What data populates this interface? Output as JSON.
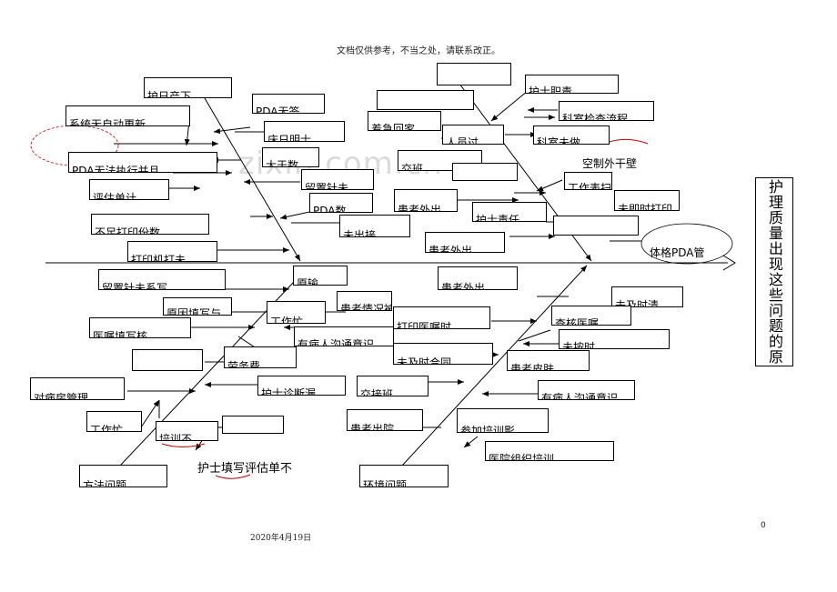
{
  "header_note": "文档仅供参考，不当之处，请联系改正。",
  "footer_date": "2020年4月19日",
  "page_number": "0",
  "watermark": "zixin.com.cn",
  "head_problem": "护理质量出现这些问题的原",
  "labels": {
    "b01": "护日产下",
    "b02": "系统无自动更新",
    "b03": "PDA无签",
    "b04": "床日明士",
    "b05": "PDA无法执行并且",
    "b06": "大于数",
    "b07": "评估单计",
    "b08": "留置针未",
    "b09": "PDA数",
    "b10": "不足打印份数",
    "b11": "未出接",
    "b12": "打印机打未",
    "b13": "",
    "b14": "护士职责",
    "b15": "科室检查流程",
    "b16": "着急回家",
    "b17": "人员过",
    "b18": "科室未做",
    "b19": "",
    "b20": "交班",
    "b21": "",
    "b22": "工作表扫",
    "b23": "患者外出",
    "b24": "未即时打印",
    "b25": "护士责任",
    "b26": "体格PDA管",
    "b27": "留置针未系写",
    "b28": "患者外出",
    "b29": "原输",
    "b30": "工作忙",
    "b31": "患者情况被",
    "b32": "打印医嘱时",
    "b33": "医嘱填写核",
    "b34": "原因填写与",
    "b35": "未及时清",
    "b36": "查核医嘱",
    "b37": "未按时",
    "b38": "",
    "b39": "劳务费",
    "b40": "未及时合同",
    "b41": "患者皮肤",
    "b42": "对病房管理",
    "b43": "护士诊断漏",
    "b44": "交接班",
    "b45": "有病人沟通意识",
    "b46": "工作忙",
    "b47": "培训不",
    "b48": "患者出院",
    "b49": "参加培训影",
    "b50": "",
    "b51": "医院组织培训",
    "b52": "方法问题",
    "b53": "环境问题",
    "t01": "空制外干壁",
    "t02": "护士填写评估单不"
  }
}
